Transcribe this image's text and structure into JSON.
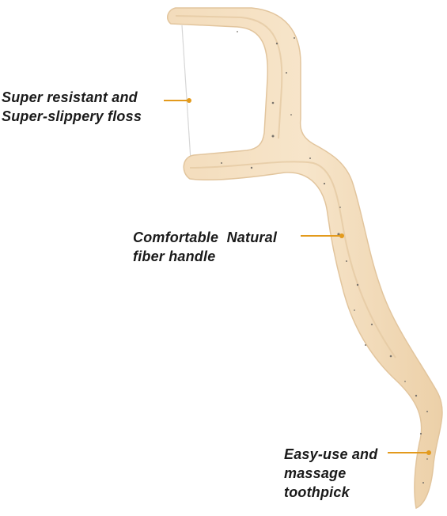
{
  "product": {
    "colors": {
      "material": "#f1d7b3",
      "material_edge": "#dfbf95",
      "material_highlight": "#f8e8cf",
      "speckle": "#6f6a63",
      "floss": "#d8d8d8",
      "accent": "#e39a1c",
      "text": "#1a1a1a"
    }
  },
  "annotations": {
    "floss": {
      "lines": [
        "Super resistant and",
        "Super-slippery floss"
      ]
    },
    "handle": {
      "lines": [
        "Comfortable  Natural",
        "fiber handle"
      ]
    },
    "toothpick": {
      "lines": [
        "Easy-use and",
        "massage",
        "toothpick"
      ]
    }
  }
}
